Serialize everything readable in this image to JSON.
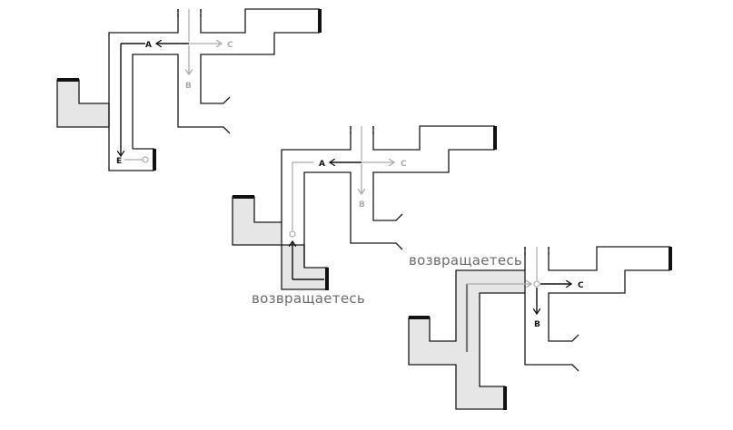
{
  "labels": {
    "a": "A",
    "b": "B",
    "c": "C",
    "e": "E",
    "return_word": "возвращаетесь"
  },
  "colors": {
    "line": "#1a1a1a",
    "faded": "#aaaaaa",
    "shade": "#e6e6e6",
    "text_gray": "#6b6b6b"
  }
}
